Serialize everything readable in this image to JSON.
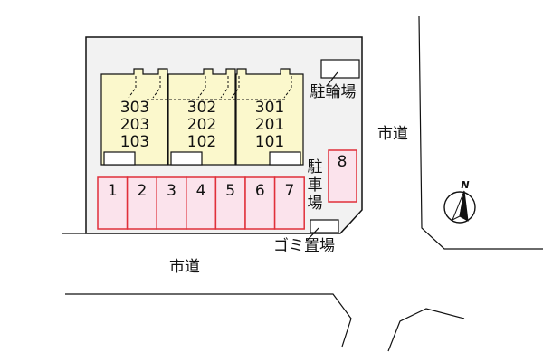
{
  "buildings": [
    {
      "id": "bldg-a",
      "rooms": [
        "303",
        "203",
        "103"
      ]
    },
    {
      "id": "bldg-b",
      "rooms": [
        "302",
        "202",
        "102"
      ]
    },
    {
      "id": "bldg-c",
      "rooms": [
        "301",
        "201",
        "101"
      ]
    }
  ],
  "parking": {
    "spaces": [
      "1",
      "2",
      "3",
      "4",
      "5",
      "6",
      "7"
    ],
    "extra_space": "8",
    "label_lines": [
      "駐",
      "車",
      "場"
    ],
    "fill_color": "#fbe3ec",
    "stroke_color": "#e0303a"
  },
  "labels": {
    "bicycle_parking": "駐輪場",
    "garbage_area": "ゴミ置場",
    "road_east": "市道",
    "road_south": "市道",
    "north": "N"
  },
  "colors": {
    "lot": "#f2f2f2",
    "building": "#fbf8cc"
  }
}
